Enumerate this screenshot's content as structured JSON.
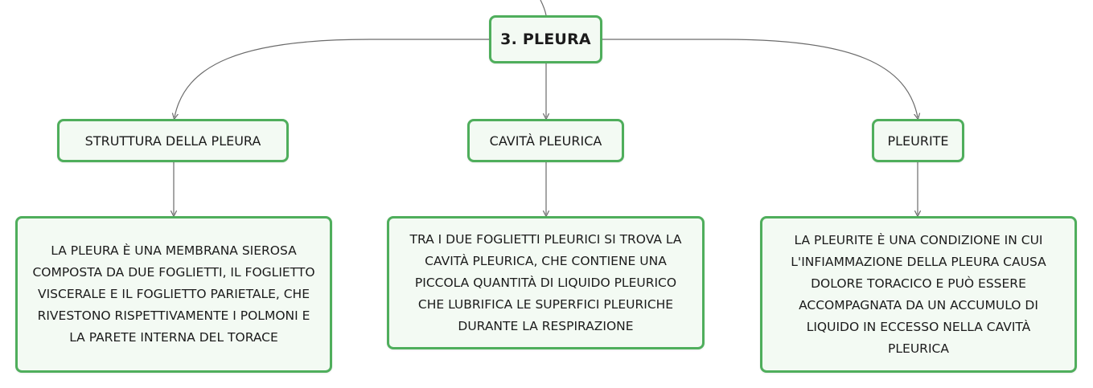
{
  "mindmap": {
    "root": {
      "label": "3. PLEURA"
    },
    "topics": [
      {
        "label": "STRUTTURA DELLA PLEURA",
        "description": [
          "LA PLEURA È UNA MEMBRANA SIEROSA",
          "COMPOSTA DA DUE FOGLIETTI, IL FOGLIETTO",
          "VISCERALE E IL FOGLIETTO PARIETALE, CHE",
          "RIVESTONO RISPETTIVAMENTE I POLMONI E",
          "LA PARETE INTERNA DEL TORACE"
        ]
      },
      {
        "label": "CAVITÀ PLEURICA",
        "description": [
          "TRA I DUE FOGLIETTI PLEURICI SI TROVA LA",
          "CAVITÀ PLEURICA, CHE CONTIENE UNA",
          "PICCOLA QUANTITÀ DI LIQUIDO PLEURICO",
          "CHE LUBRIFICA LE SUPERFICI PLEURICHE",
          "DURANTE LA RESPIRAZIONE"
        ]
      },
      {
        "label": "PLEURITE",
        "description": [
          "LA PLEURITE È UNA CONDIZIONE IN CUI",
          "L'INFIAMMAZIONE DELLA PLEURA CAUSA",
          "DOLORE TORACICO E PUÒ ESSERE",
          "ACCOMPAGNATA DA UN ACCUMULO DI",
          "LIQUIDO IN ECCESSO NELLA CAVITÀ",
          "PLEURICA"
        ]
      }
    ]
  },
  "colors": {
    "node_border": "#4fae5c",
    "node_fill": "#f3faf3",
    "connector": "#6b6b6b"
  }
}
